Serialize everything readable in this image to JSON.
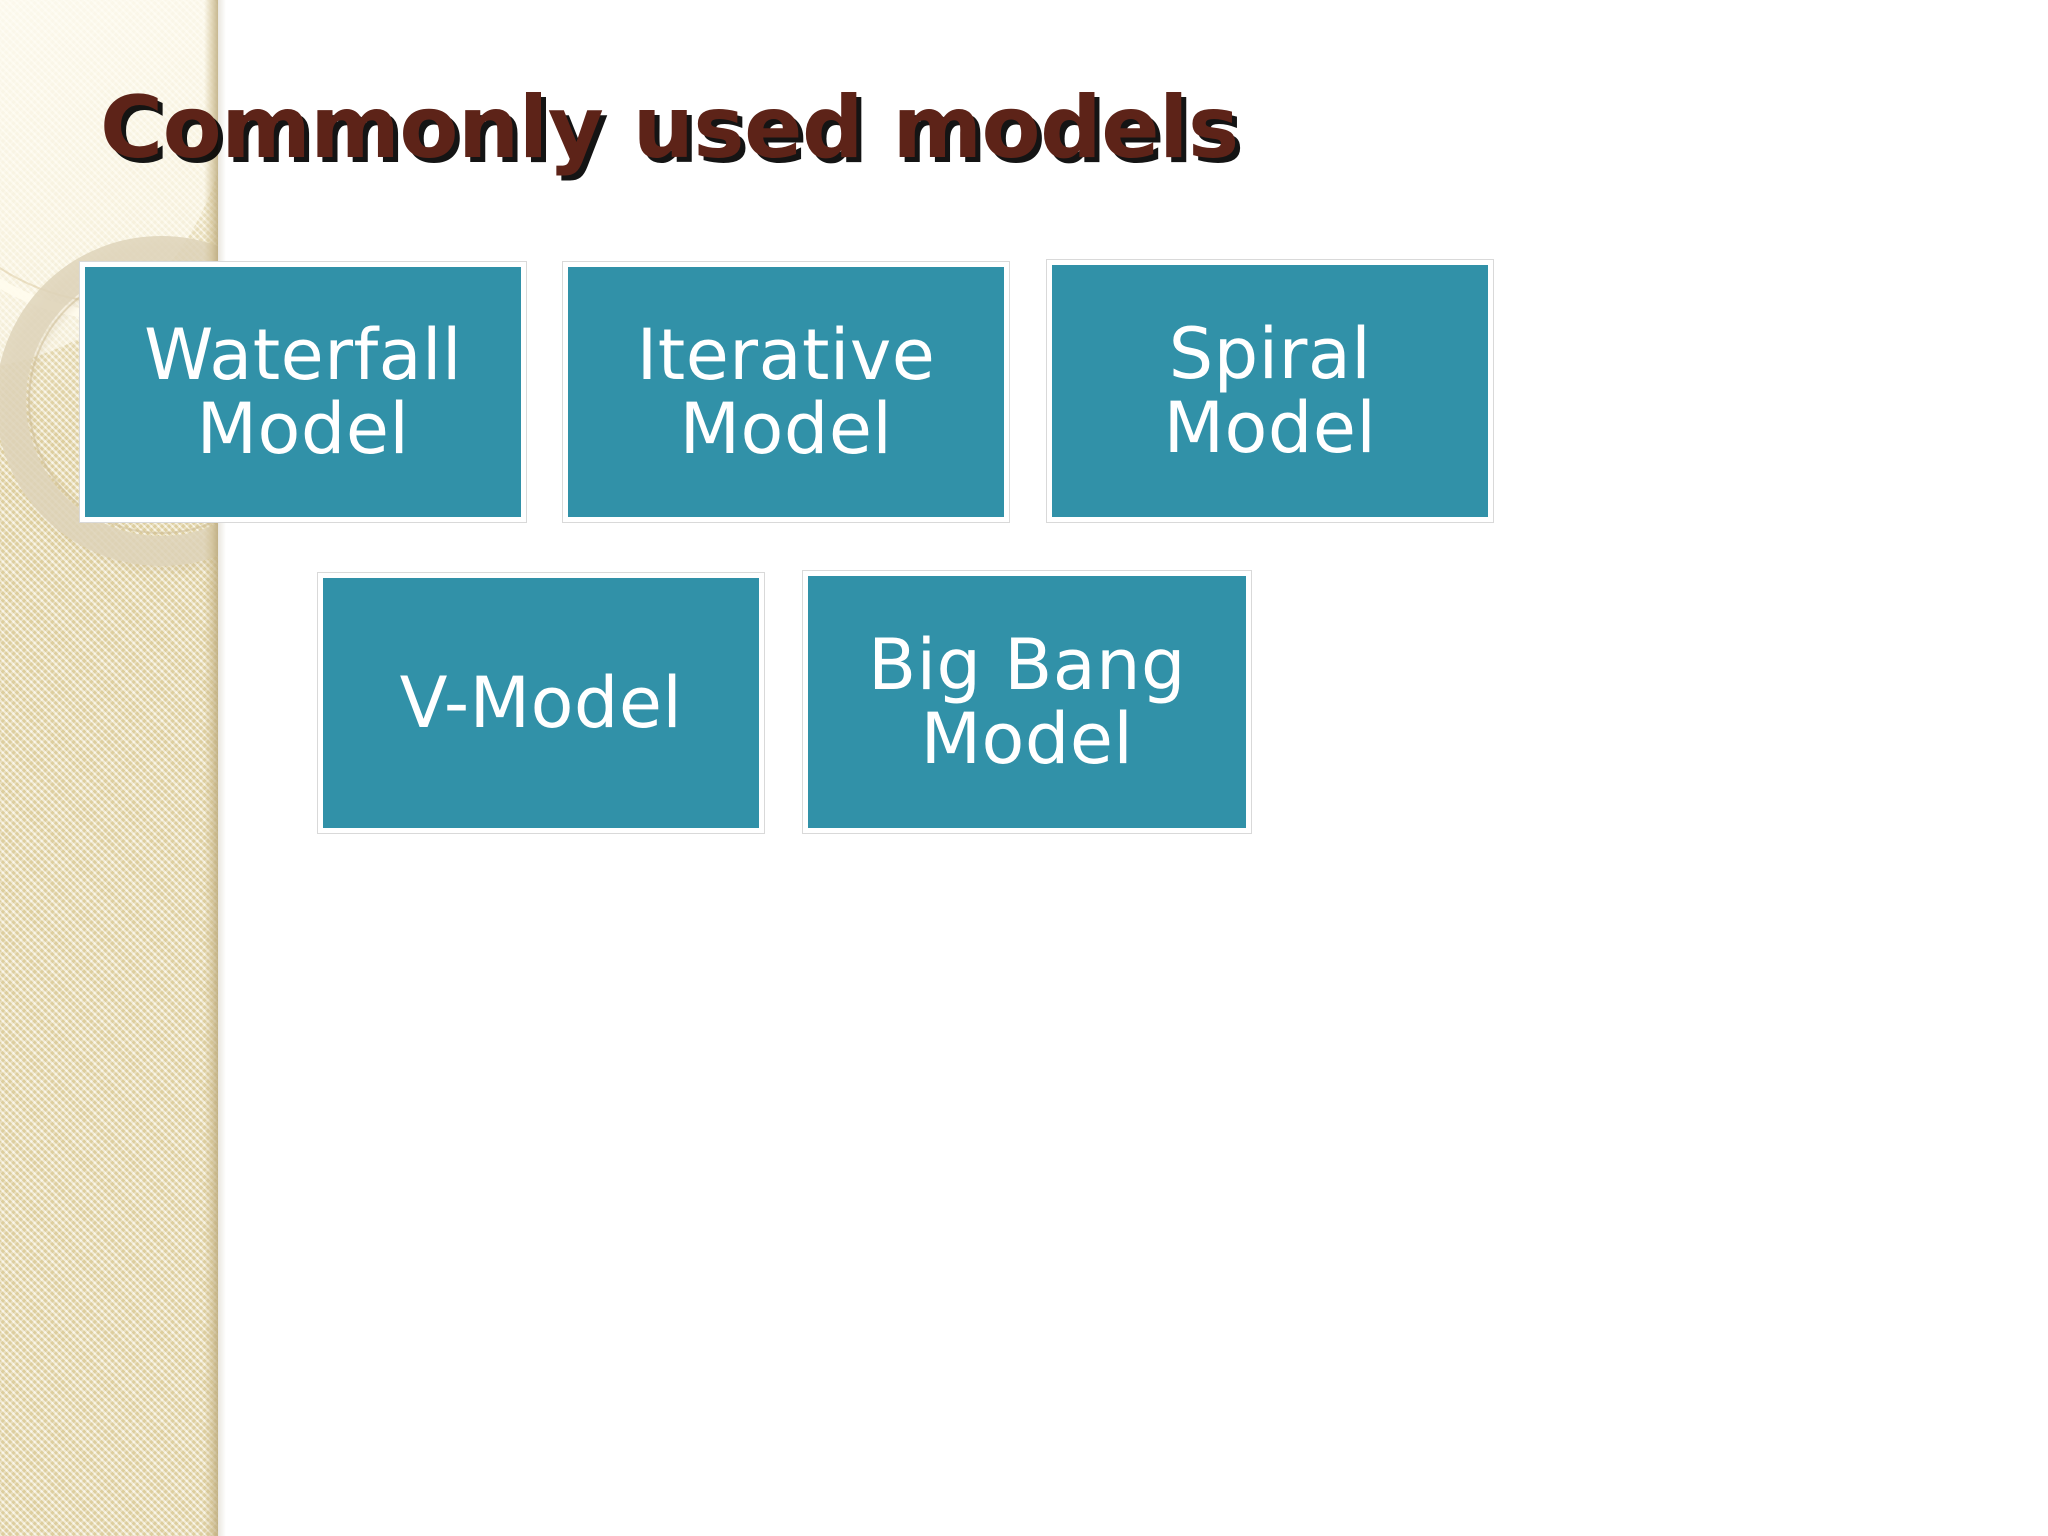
{
  "slide": {
    "title": "Commonly used models",
    "background_color": "#ffffff",
    "accent_color": "#3191a8",
    "title_color": "#5d2318",
    "sidebar_color": "#eadfb5"
  },
  "models": [
    {
      "id": "waterfall",
      "label": "Waterfall\nModel"
    },
    {
      "id": "iterative",
      "label": "Iterative\nModel"
    },
    {
      "id": "spiral",
      "label": "Spiral\nModel"
    },
    {
      "id": "vmodel",
      "label": "V-Model"
    },
    {
      "id": "bigbang",
      "label": "Big Bang\nModel"
    }
  ]
}
